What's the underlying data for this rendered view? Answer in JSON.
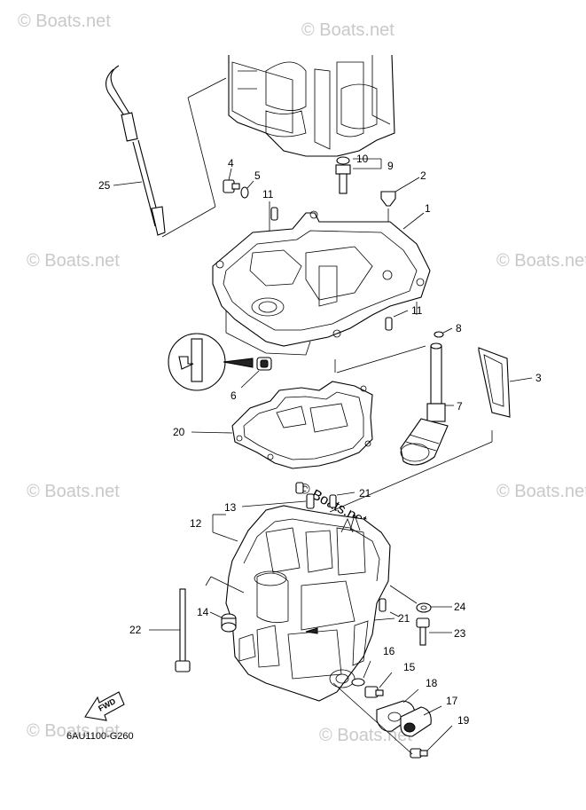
{
  "diagram_code": "6AU1100-G260",
  "fwd_label": "FWD",
  "watermark": "© Boats.net",
  "callouts": {
    "p1": "1",
    "p2": "2",
    "p3": "3",
    "p4": "4",
    "p5": "5",
    "p6": "6",
    "p7": "7",
    "p8": "8",
    "p9": "9",
    "p10": "10",
    "p11a": "11",
    "p11b": "11",
    "p12": "12",
    "p13": "13",
    "p14": "14",
    "p15": "15",
    "p16": "16",
    "p17": "17",
    "p18": "18",
    "p19": "19",
    "p20": "20",
    "p21a": "21",
    "p21b": "21",
    "p22": "22",
    "p23": "23",
    "p24": "24",
    "p25": "25"
  }
}
